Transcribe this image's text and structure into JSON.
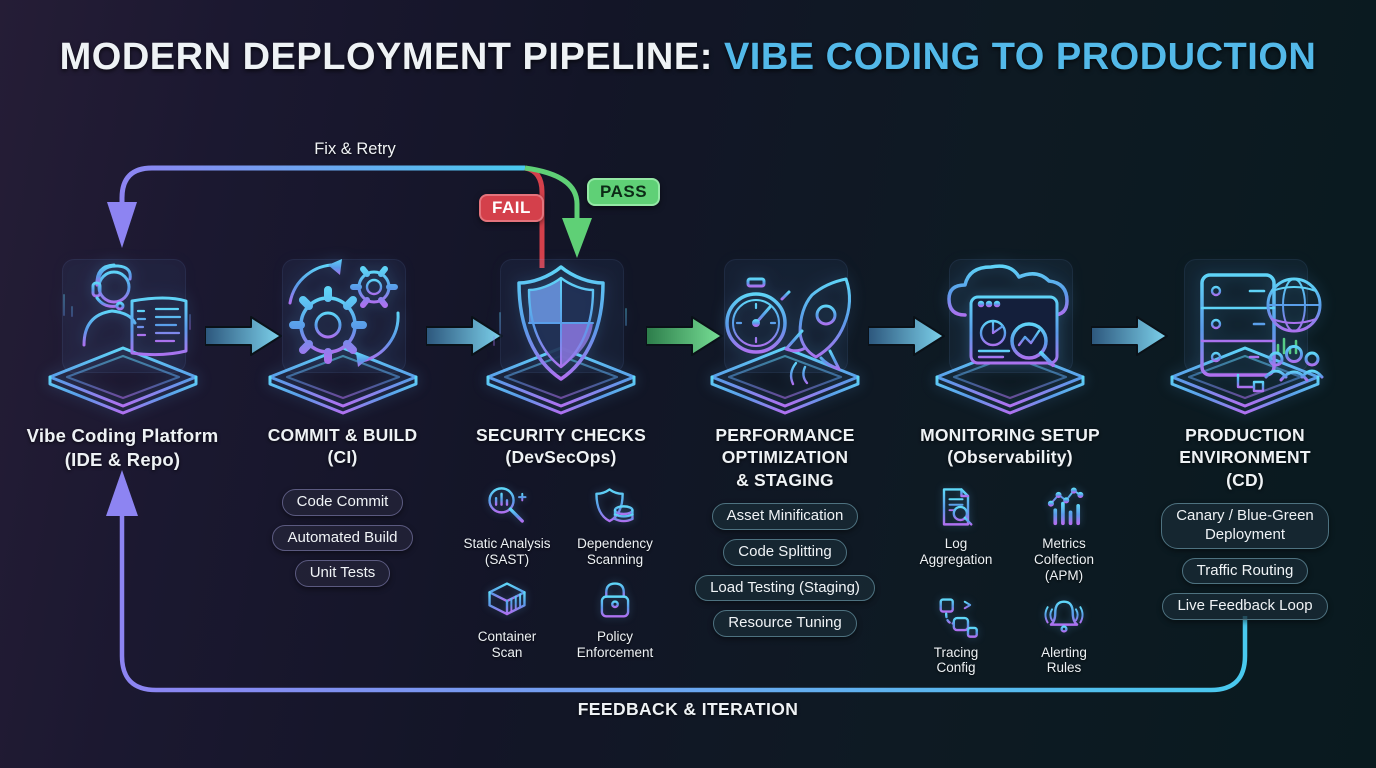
{
  "title": {
    "prefix": "MODERN DEPLOYMENT PIPELINE: ",
    "highlight": "VIBE CODING TO PRODUCTION"
  },
  "top_loop": {
    "label": "Fix & Retry",
    "fail_badge": "FAIL",
    "pass_badge": "PASS"
  },
  "bottom_loop": {
    "label": "FEEDBACK & ITERATION"
  },
  "stages": [
    {
      "icon": "developer-headset-icon",
      "title": "Vibe Coding Platform\n(IDE & Repo)"
    },
    {
      "icon": "gears-ci-icon",
      "title": "COMMIT & BUILD\n(CI)",
      "pills": [
        "Code Commit",
        "Automated Build",
        "Unit Tests"
      ]
    },
    {
      "icon": "security-shield-icon",
      "title": "SECURITY CHECKS\n(DevSecOps)",
      "sub_items": [
        {
          "icon": "static-analysis-icon",
          "label": "Static Analysis\n(SAST)"
        },
        {
          "icon": "dependency-scanning-icon",
          "label": "Dependency\nScanning"
        },
        {
          "icon": "container-scan-icon",
          "label": "Container\nScan"
        },
        {
          "icon": "policy-enforcement-icon",
          "label": "Policy\nEnforcement"
        }
      ]
    },
    {
      "icon": "stopwatch-rocket-icon",
      "title": "PERFORMANCE\nOPTIMIZATION\n& STAGING",
      "pills": [
        "Asset Minification",
        "Code Splitting",
        "Load Testing (Staging)",
        "Resource Tuning"
      ]
    },
    {
      "icon": "cloud-dashboard-icon",
      "title": "MONITORING SETUP\n(Observability)",
      "sub_items": [
        {
          "icon": "log-aggregation-icon",
          "label": "Log\nAggregation"
        },
        {
          "icon": "metrics-collection-icon",
          "label": "Metrics\nColfection\n(APM)"
        },
        {
          "icon": "tracing-config-icon",
          "label": "Tracing\nConfig"
        },
        {
          "icon": "alerting-rules-icon",
          "label": "Alerting\nRules"
        }
      ]
    },
    {
      "icon": "server-globe-icon",
      "title": "PRODUCTION\nENVIRONMENT\n(CD)",
      "pills": [
        "Canary / Blue-Green\nDeployment",
        "Traffic Routing",
        "Live Feedback Loop"
      ]
    }
  ],
  "colors": {
    "accent_blue": "#53b9e9",
    "fail_red": "#d4404b",
    "pass_green": "#5fd076",
    "icon_cyan": "#5fd8f8",
    "icon_purple": "#b070f0",
    "platform_green": "#5fe08a",
    "loop_purple": "#8d84f2",
    "loop_cyan": "#49c9ee"
  }
}
